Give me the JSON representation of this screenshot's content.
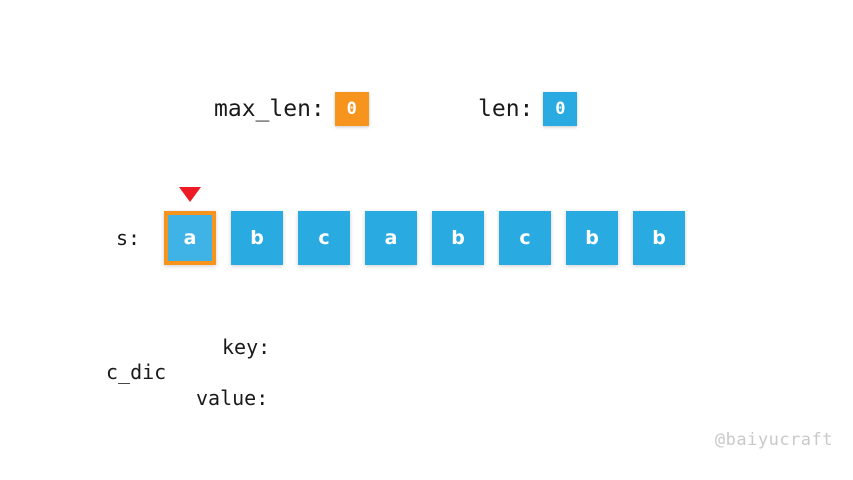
{
  "background_color": "#ffffff",
  "colors": {
    "blue": "#29ABE2",
    "orange": "#F7941E",
    "pointer_red": "#ED1C24",
    "text": "#1a1a1a",
    "watermark": "#c9c9c9"
  },
  "counters": {
    "max_len": {
      "label": "max_len:",
      "value": "0",
      "color": "#F7941E"
    },
    "len": {
      "label": "len:",
      "value": "0",
      "color": "#29ABE2"
    }
  },
  "string_array": {
    "label": "s:",
    "chars": [
      "a",
      "b",
      "c",
      "a",
      "b",
      "c",
      "b",
      "b"
    ],
    "highlight_index": 0,
    "pointer_index": 0
  },
  "dict": {
    "name": "c_dic",
    "key_label": "key:",
    "value_label": "value:",
    "keys": [],
    "values": []
  },
  "watermark": "@baiyucraft"
}
